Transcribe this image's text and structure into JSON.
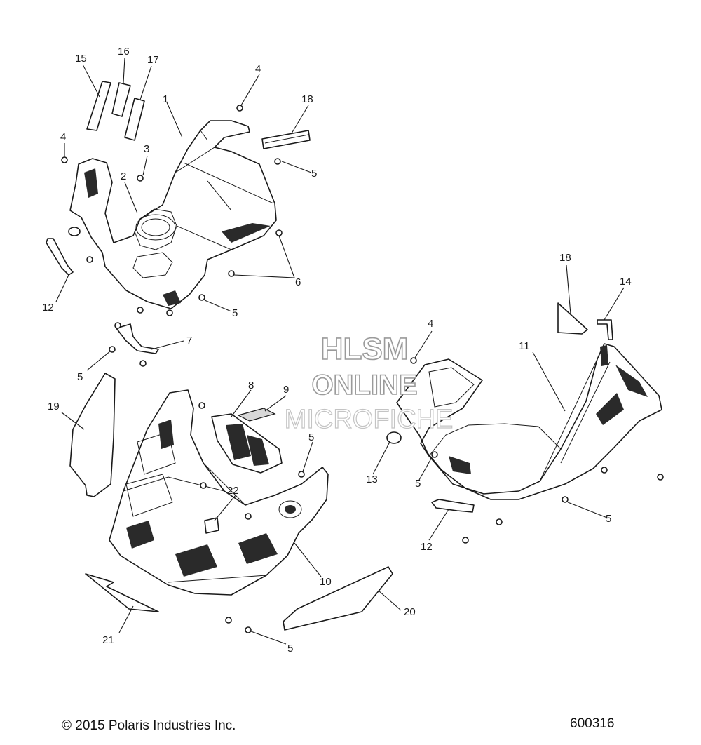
{
  "diagram": {
    "callouts": {
      "c1": "1",
      "c2": "2",
      "c3": "3",
      "c4a": "4",
      "c4b": "4",
      "c4c": "4",
      "c5a": "5",
      "c5b": "5",
      "c5c": "5",
      "c5d": "5",
      "c5e": "5",
      "c5f": "5",
      "c5g": "5",
      "c6": "6",
      "c7": "7",
      "c8": "8",
      "c9": "9",
      "c10": "10",
      "c11": "11",
      "c12a": "12",
      "c12b": "12",
      "c13": "13",
      "c14": "14",
      "c15": "15",
      "c16": "16",
      "c17": "17",
      "c18a": "18",
      "c18b": "18",
      "c19": "19",
      "c20": "20",
      "c21": "21",
      "c22": "22"
    }
  },
  "watermark": {
    "line1": "HLSM",
    "line2": "ONLINE",
    "line3": "MICROFICHE"
  },
  "footer": {
    "copyright": "© 2015 Polaris Industries Inc.",
    "drawing_number": "600316"
  }
}
